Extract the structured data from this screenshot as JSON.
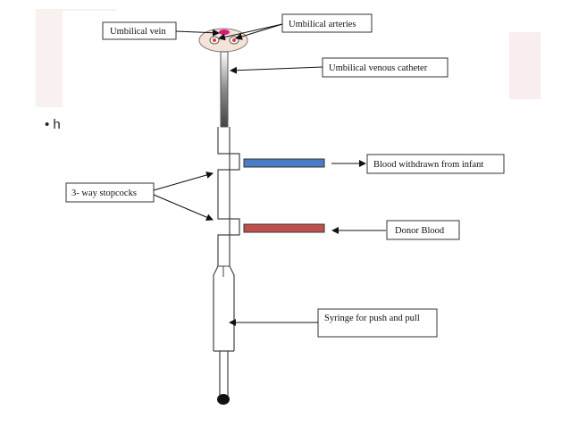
{
  "slide": {
    "bullet_text": "h"
  },
  "diagram": {
    "labels": {
      "umbilical_vein": "Umbilical vein",
      "umbilical_arteries": "Umbilical arteries",
      "umbilical_venous_catheter": "Umbilical venous  catheter",
      "stopcocks": "3- way stopcocks",
      "blood_withdrawn": "Blood withdrawn from infant",
      "donor_blood": "Donor Blood",
      "syringe": "Syringe for push and pull"
    },
    "colors": {
      "withdrawn_line": "#4a7cc7",
      "donor_line": "#c0504d",
      "vein_marker": "#d81b7a",
      "artery_marker": "#e53935",
      "cord_fill": "#f6e3d7"
    }
  }
}
